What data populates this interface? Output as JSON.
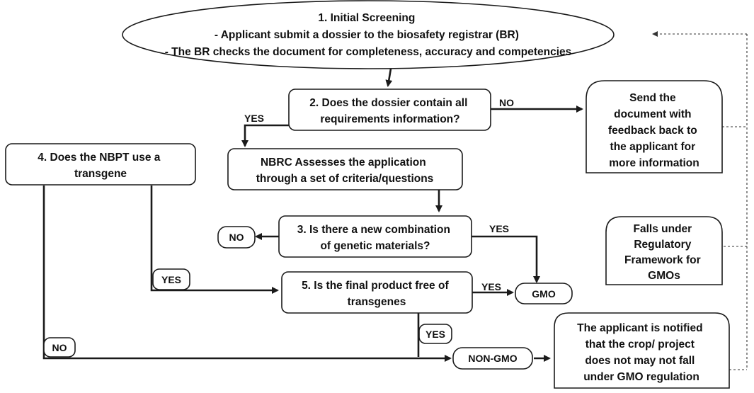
{
  "nodes": {
    "initial_screening": {
      "lines": [
        "1. Initial Screening",
        "- Applicant submit a dossier to the biosafety registrar (BR)",
        "- The BR checks the document for completeness, accuracy  and competencies"
      ]
    },
    "dossier_check": {
      "lines": [
        "2. Does the dossier contain all",
        "requirements information?"
      ]
    },
    "send_back": {
      "lines": [
        "Send the",
        "document with",
        "feedback back to",
        "the applicant for",
        "more information"
      ]
    },
    "nbpt_transgene": {
      "lines": [
        "4. Does the NBPT use a",
        "transgene"
      ]
    },
    "nbrc_assess": {
      "lines": [
        "NBRC Assesses the application",
        "through a set of criteria/questions"
      ]
    },
    "new_combination": {
      "lines": [
        "3. Is there a new combination",
        "of genetic materials?"
      ]
    },
    "regulatory": {
      "lines": [
        "Falls under",
        "Regulatory",
        "Framework for",
        "GMOs"
      ]
    },
    "final_product": {
      "lines": [
        "5. Is the final product free of",
        "transgenes"
      ]
    },
    "gmo": {
      "lines": [
        "GMO"
      ]
    },
    "no_outcome": {
      "lines": [
        "NO"
      ]
    },
    "non_gmo": {
      "lines": [
        "NON-GMO"
      ]
    },
    "notified": {
      "lines": [
        "The applicant is notified",
        "that the crop/ project",
        "does not may not fall",
        "under GMO regulation"
      ]
    }
  },
  "labels": {
    "dossier_no": "NO",
    "dossier_yes": "YES",
    "combination_yes": "YES",
    "transgene_yes": "YES",
    "final_yes_gmo": "YES",
    "final_yes_down": "YES",
    "transgene_no": "NO"
  }
}
